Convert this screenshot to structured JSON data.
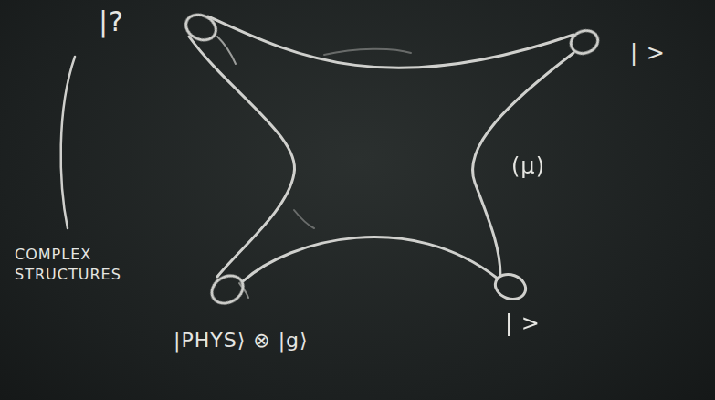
{
  "diagram": {
    "labels": [
      "|?",
      "| >",
      "(μ)",
      "| >",
      "|PHYS⟩ ⊗ |g⟩",
      "COMPLEX STRUCTURES"
    ]
  }
}
